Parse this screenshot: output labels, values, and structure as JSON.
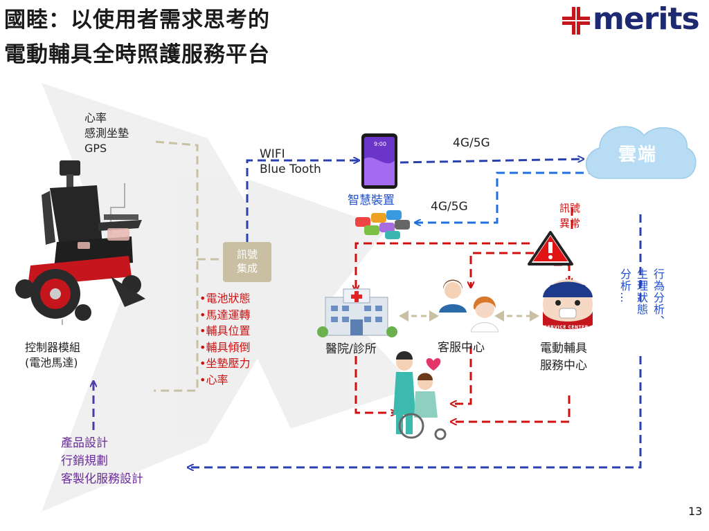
{
  "title": {
    "line1": "國睦：以使用者需求思考的",
    "line2": "電動輔具全時照護服務平台"
  },
  "logo": {
    "text": "merits",
    "icon": "red-cross-logo-icon"
  },
  "sensors": {
    "line1": "心率",
    "line2": "感測坐墊",
    "line3": "GPS"
  },
  "controller": {
    "line1": "控制器模組",
    "line2": "(電池馬達)"
  },
  "connectivity": {
    "line1": "WIFI",
    "line2": "Blue Tooth"
  },
  "smart_device": {
    "label": "智慧裝置",
    "screen": "9:00"
  },
  "network_up": "4G/5G",
  "network_down": "4G/5G",
  "cloud": "雲端",
  "signal_integration": {
    "line1": "訊號",
    "line2": "集成"
  },
  "status_items": [
    "•電池狀態",
    "•馬達運轉",
    "•輔具位置",
    "•輔具傾倒",
    "•坐墊壓力",
    "•心率"
  ],
  "alert": {
    "line1": "訊號",
    "line2": "異常"
  },
  "analysis": "分析…生理狀態行為分析、",
  "analysis_cols": [
    "行為分析、",
    "生理狀態",
    "分析…"
  ],
  "hospital": "醫院/診所",
  "customer_service": "客服中心",
  "service_center": {
    "line1": "電動輔具",
    "line2": "服務中心"
  },
  "service_badge": "SERVICE CENTER",
  "feedback": {
    "line1": "產品設計",
    "line2": "行銷規劃",
    "line3": "客製化服務設計"
  },
  "page_number": "13",
  "colors": {
    "blue": "#2a3fb0",
    "red": "#d10f0f",
    "beige": "#c9c0a4",
    "purple": "#6a2a9a"
  }
}
